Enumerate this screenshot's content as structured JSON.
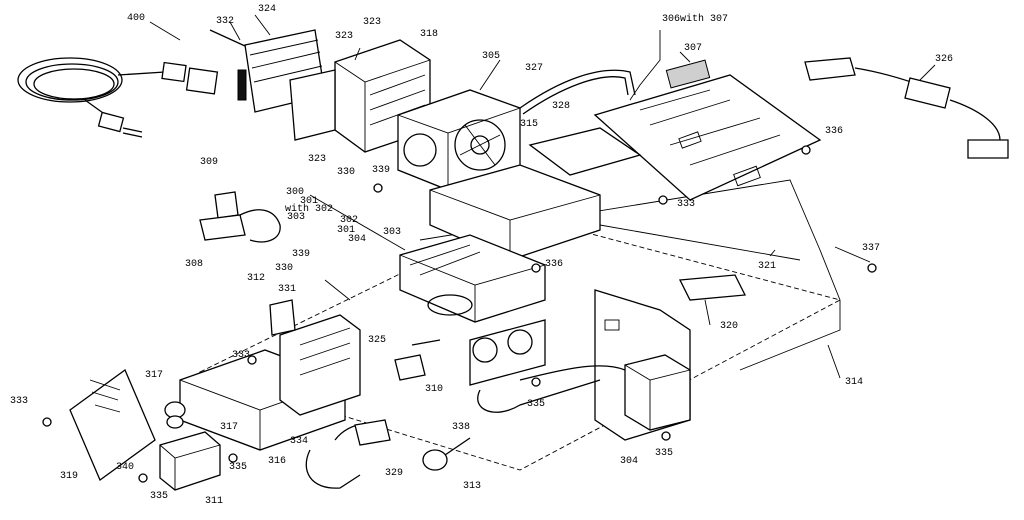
{
  "labels": {
    "l400": "400",
    "l332": "332",
    "l324": "324",
    "l323a": "323",
    "l323b": "323",
    "l318": "318",
    "l306with307": "306with 307",
    "l307": "307",
    "l326": "326",
    "l305": "305",
    "l327": "327",
    "l328": "328",
    "l336a": "336",
    "l315a": "315",
    "l323c": "323",
    "l309": "309",
    "l330a": "330",
    "l339a": "339",
    "l300": "300",
    "l301": "301",
    "l302": "with 302",
    "l303": "303",
    "l333a": "333",
    "l302b": "302",
    "l301b": "301",
    "l304b": "304",
    "l303b": "303",
    "l308": "308",
    "l339b": "339",
    "l330b": "330",
    "l336b": "336",
    "l337": "337",
    "l321": "321",
    "l312": "312",
    "l331": "331",
    "l320": "320",
    "l325": "325",
    "l333b": "333",
    "l314": "314",
    "l317a": "317",
    "l310": "310",
    "l333c": "333",
    "l317b": "317",
    "l335a": "335",
    "l338": "338",
    "l334": "334",
    "l340": "340",
    "l335b": "335",
    "l316": "316",
    "l304": "304",
    "l335c": "335",
    "l319": "319",
    "l329": "329",
    "l313": "313",
    "l335d": "335",
    "l311": "311"
  }
}
